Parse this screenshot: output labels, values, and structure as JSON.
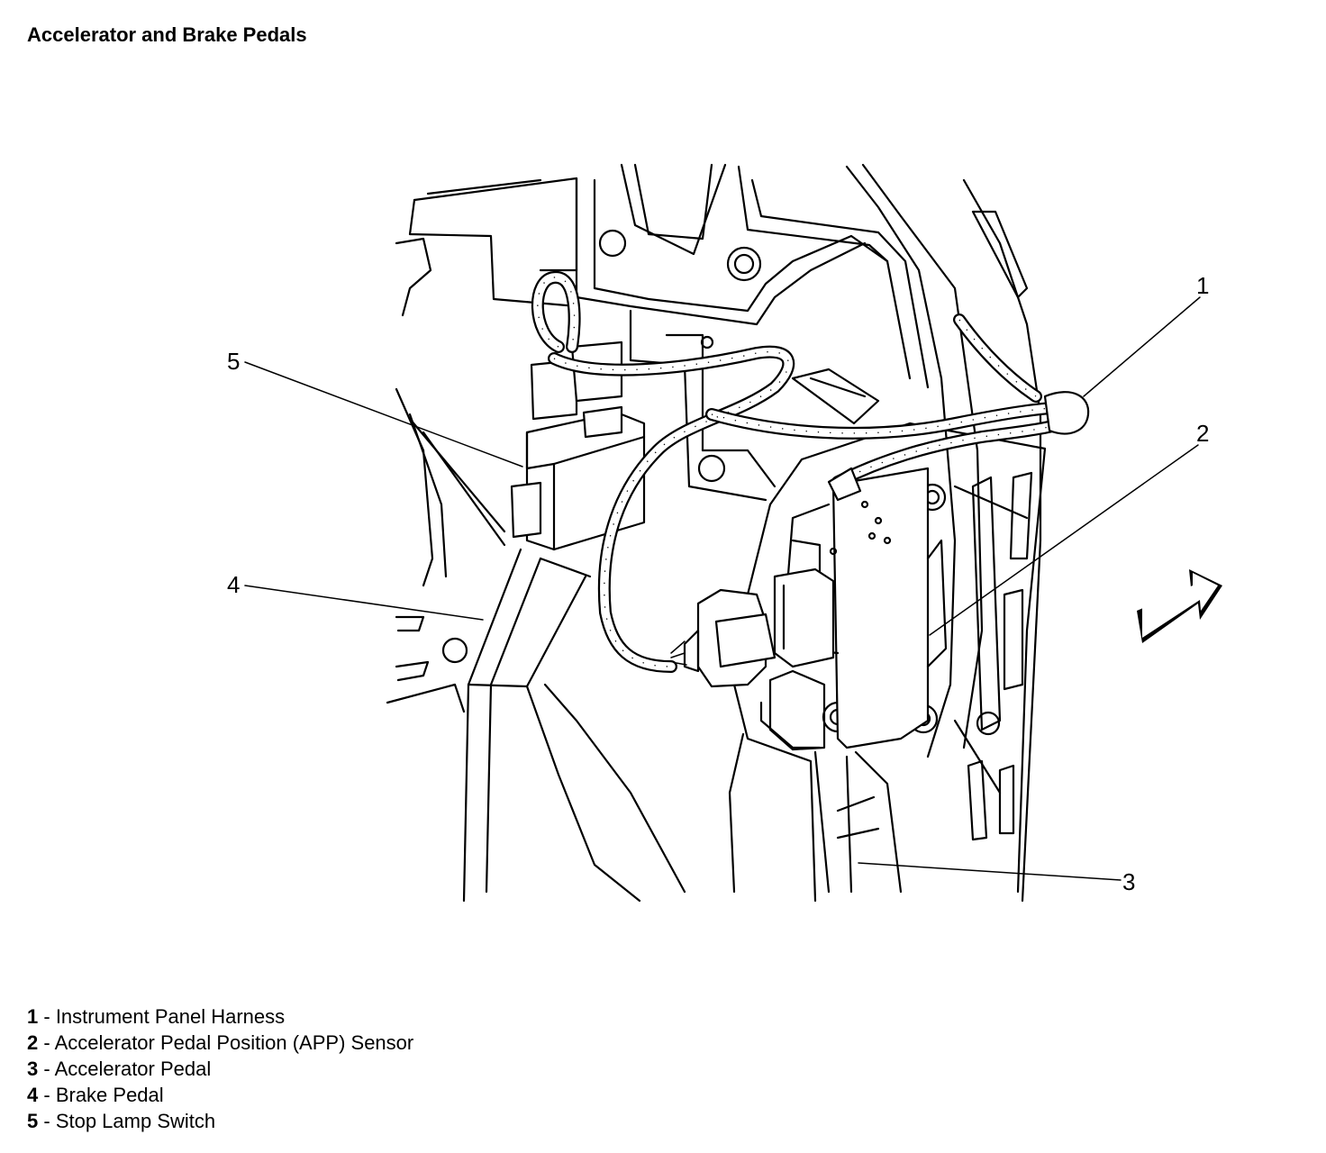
{
  "title": "Accelerator and Brake Pedals",
  "callouts": [
    {
      "number": "1",
      "label": "Instrument Panel Harness"
    },
    {
      "number": "2",
      "label": "Accelerator Pedal Position (APP) Sensor"
    },
    {
      "number": "3",
      "label": "Accelerator Pedal"
    },
    {
      "number": "4",
      "label": "Brake Pedal"
    },
    {
      "number": "5",
      "label": "Stop Lamp Switch"
    }
  ],
  "legend_separator": " - ",
  "arrow_icon": "forward-direction-arrow-icon",
  "colors": {
    "line": "#000000",
    "background": "#ffffff"
  }
}
